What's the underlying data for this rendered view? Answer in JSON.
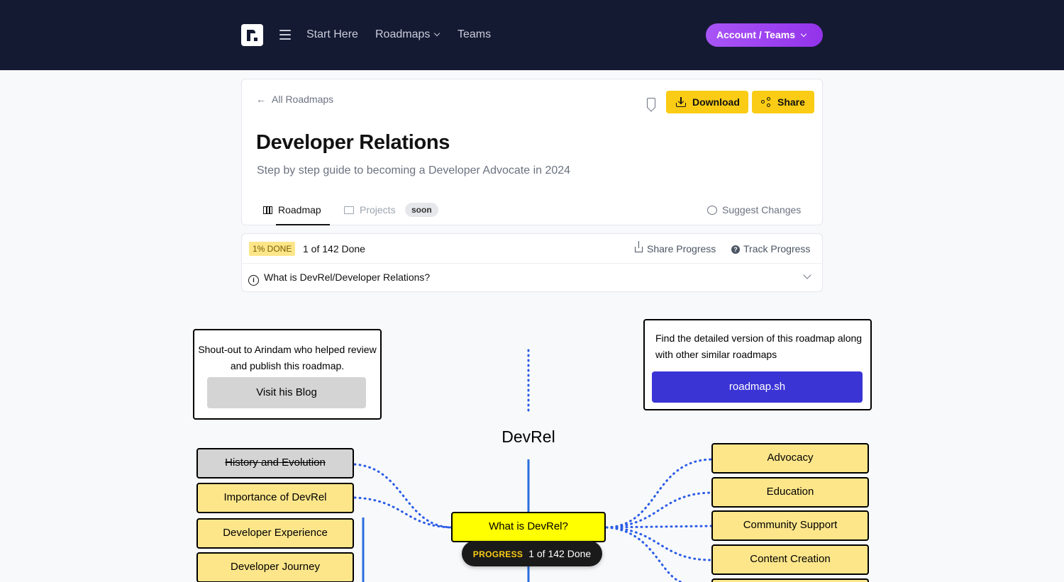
{
  "nav": {
    "links": [
      "Start Here",
      "Roadmaps",
      "Teams"
    ],
    "account_label": "Account / Teams"
  },
  "header": {
    "back_label": "All Roadmaps",
    "download_label": "Download",
    "share_label": "Share",
    "title": "Developer Relations",
    "subtitle": "Step by step guide to becoming a Developer Advocate in 2024",
    "tabs": {
      "roadmap": "Roadmap",
      "projects": "Projects",
      "projects_badge": "soon"
    },
    "suggest_label": "Suggest Changes"
  },
  "progress": {
    "percent_label": "1% DONE",
    "done_text": "1 of 142 Done",
    "share_label": "Share Progress",
    "track_label": "Track Progress",
    "info_label": "What is DevRel/Developer Relations?"
  },
  "roadmap": {
    "left_note": {
      "text": "Shout-out to Arindam who helped review and publish this roadmap.",
      "button": "Visit his Blog"
    },
    "right_note": {
      "text": "Find the detailed version of this roadmap along with other similar roadmaps",
      "button": "roadmap.sh"
    },
    "title": "DevRel",
    "center_node": "What is DevRel?",
    "left_nodes": [
      "History and Evolution",
      "Importance of DevRel",
      "Developer Experience",
      "Developer Journey"
    ],
    "right_nodes": [
      "Advocacy",
      "Education",
      "Community Support",
      "Content Creation"
    ],
    "progress_pill": {
      "label": "PROGRESS",
      "text": "1 of 142 Done"
    }
  },
  "colors": {
    "nav_bg": "#151a33",
    "accent_purple": "#9333ea",
    "button_yellow": "#facc15",
    "node_yellow": "#fde68a",
    "center_node": "#ffff00",
    "link_blue": "#3b34d5"
  }
}
